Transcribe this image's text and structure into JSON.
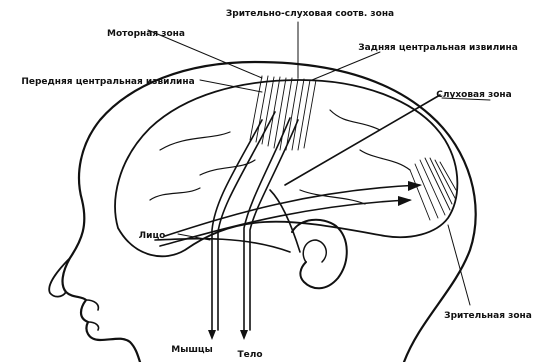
{
  "labels": {
    "top_center": "Зрительно-слуховая соотв. зона",
    "top_left": "Моторная зона",
    "top_right": "Задняя центральная извилина",
    "left": "Передняя центральная извилина",
    "right": "Слуховая зона",
    "face": "Лицо",
    "bottom_right": "Зрительная зона",
    "bottom_left": "Мышцы",
    "bottom_center": "Тело"
  },
  "colors": {
    "ink": "#111111",
    "background": "#ffffff"
  }
}
